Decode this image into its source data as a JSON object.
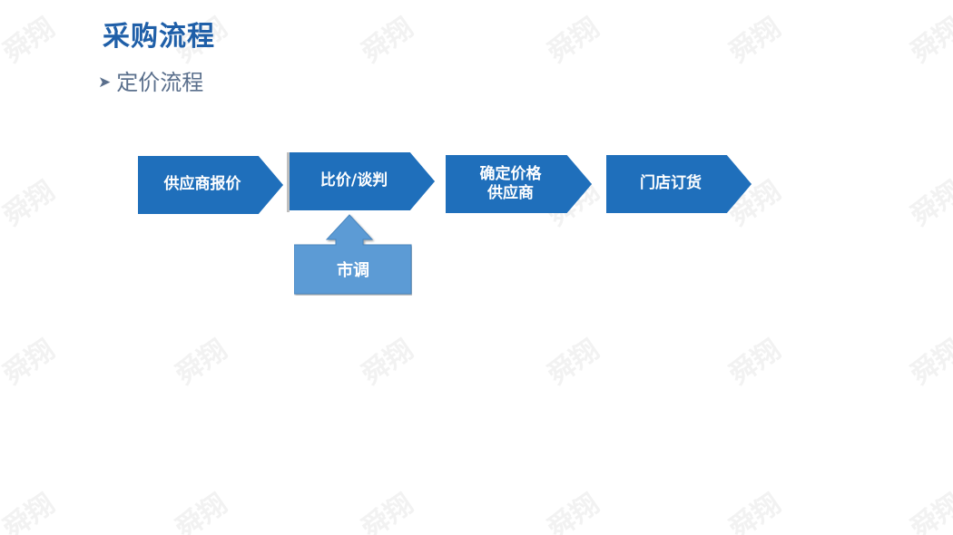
{
  "title": "采购流程",
  "subtitle": "定价流程",
  "steps": [
    {
      "label": "供应商报价"
    },
    {
      "label": "比价/谈判"
    },
    {
      "label": "确定价格供应商",
      "line1": "确定价格",
      "line2": "供应商"
    },
    {
      "label": "门店订货"
    }
  ],
  "input": {
    "label": "市调"
  },
  "watermark": "舜翔",
  "colors": {
    "title": "#1f5fa8",
    "chevron": "#1f6fbb",
    "input_box": "#5b9bd5",
    "subtitle": "#5a6f8c"
  }
}
